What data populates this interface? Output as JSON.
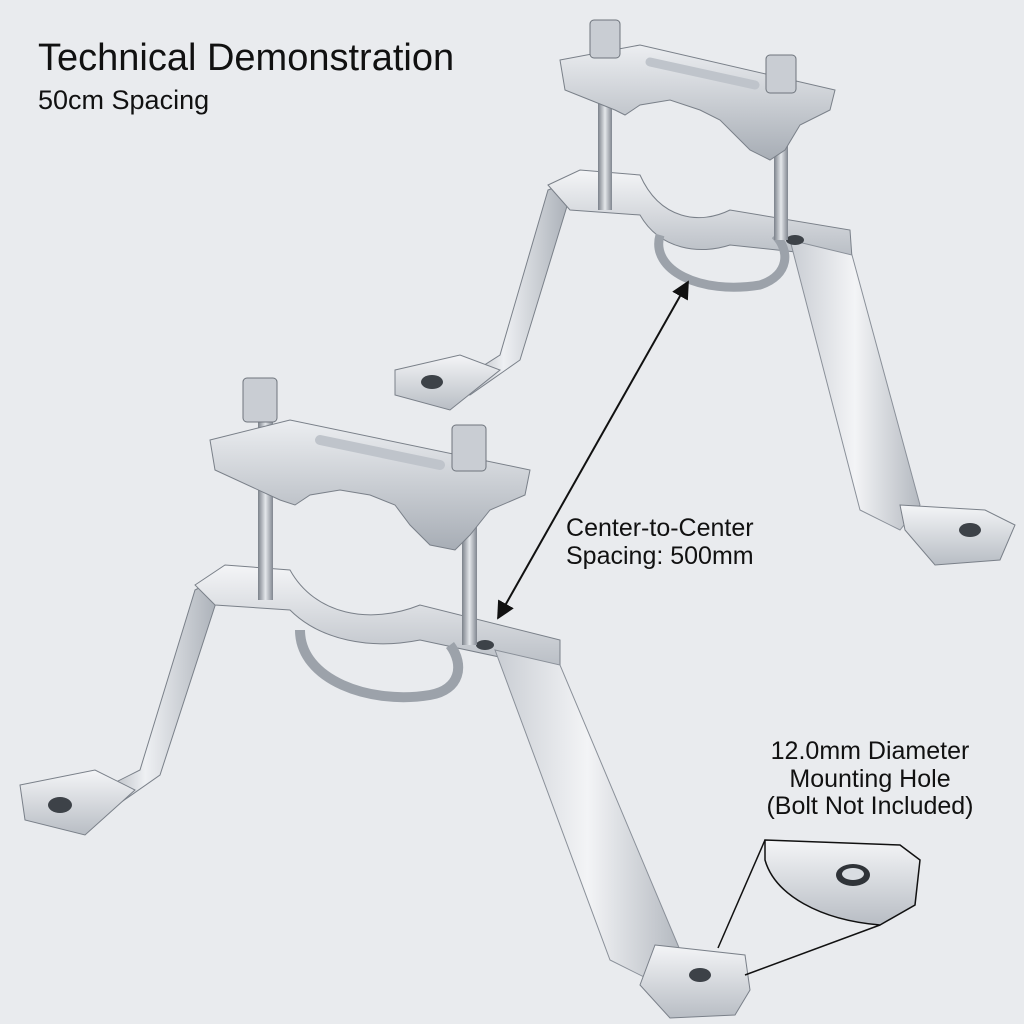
{
  "title": "Technical Demonstration",
  "subtitle": "50cm Spacing",
  "spacing_callout": {
    "lines": [
      "Center-to-Center",
      "Spacing: 500mm"
    ]
  },
  "hole_callout": {
    "lines": [
      "12.0mm Diameter",
      "Mounting Hole",
      "(Bolt Not Included)"
    ]
  },
  "colors": {
    "background": "#e9ebee",
    "metal_light": "#e6e9ee",
    "metal_mid": "#b9bec6",
    "metal_dark": "#7d838c",
    "text": "#111111"
  }
}
